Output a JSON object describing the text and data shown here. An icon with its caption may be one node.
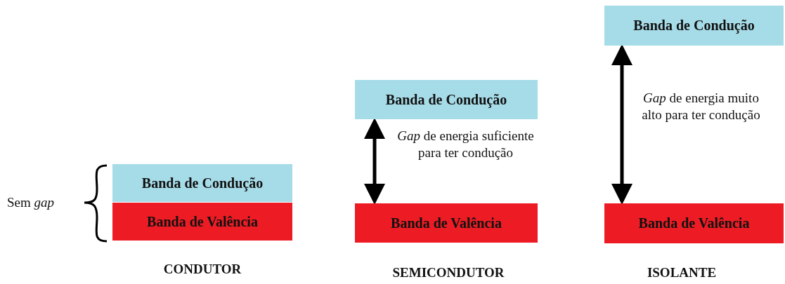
{
  "diagram": {
    "nodes": [
      {
        "text": [
          "Banda de Condução"
        ]
      },
      {
        "text": [
          "Banda de Valência"
        ]
      },
      {
        "text": [
          "Banda de Condução"
        ]
      },
      {
        "text": [
          "Banda de Valência"
        ]
      },
      {
        "text": [
          "Banda de Condução"
        ]
      },
      {
        "text": [
          "Banda de Valência"
        ]
      }
    ],
    "edges": [
      {
        "from": 2,
        "to": 3,
        "arrow": "both",
        "label": "*Gap* de energia suficiente para ter condução"
      },
      {
        "from": 4,
        "to": 5,
        "arrow": "both",
        "label": "*Gap* de energia muito alto para ter condução"
      }
    ],
    "labels": [
      "Sem *gap*",
      "CONDUTOR",
      "SEMICONDUTOR",
      "ISOLANTE"
    ]
  }
}
